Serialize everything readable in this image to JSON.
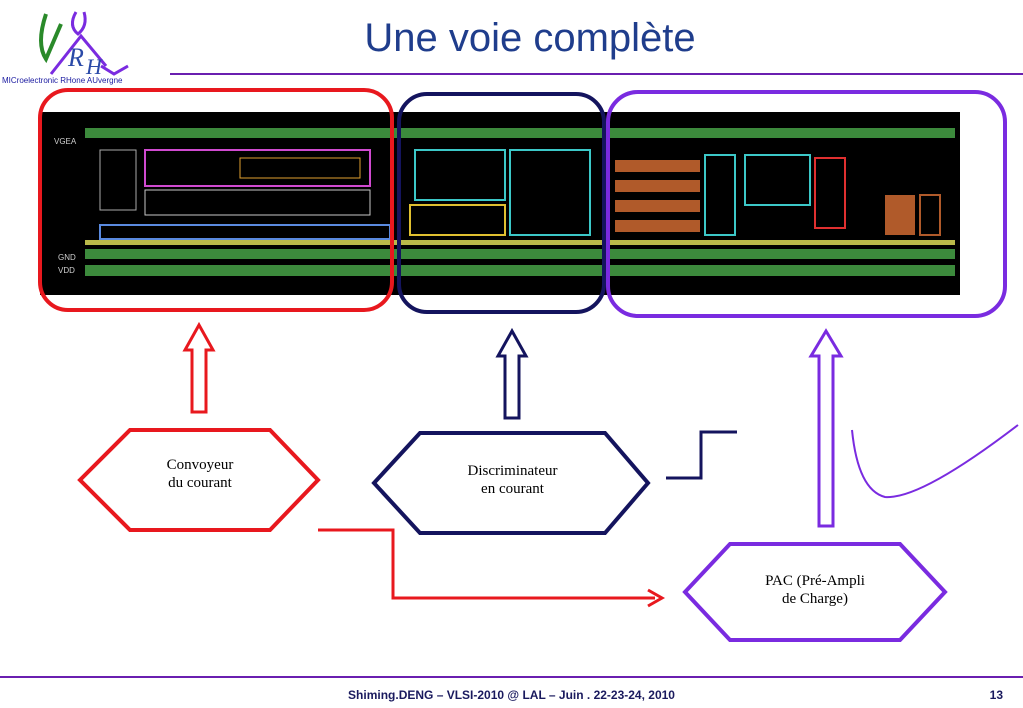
{
  "header": {
    "title": "Une voie complète",
    "logo_caption": "MICroelectronic RHone AUvergne"
  },
  "layout_labels": {
    "vgea": "VGEA",
    "gnd": "GND",
    "vdd": "VDD"
  },
  "blocks": [
    {
      "id": "convoyeur",
      "label_line1": "Convoyeur",
      "label_line2": "du courant",
      "color": "#e8181e"
    },
    {
      "id": "discriminateur",
      "label_line1": "Discriminateur",
      "label_line2": "en courant",
      "color": "#14145e"
    },
    {
      "id": "pac",
      "label_line1": "PAC (Pré-Ampli",
      "label_line2": "de Charge)",
      "color": "#7a2be0"
    }
  ],
  "footer": {
    "text": "Shiming.DENG – VLSI-2010 @ LAL – Juin . 22-23-24, 2010",
    "page": "13"
  }
}
